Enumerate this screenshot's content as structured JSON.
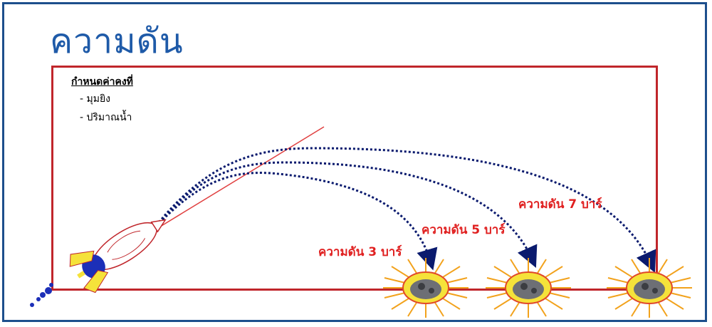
{
  "title": "ความดัน",
  "constants": {
    "heading": "กำหนดค่าคงที่",
    "items": [
      "- มุมยิง",
      "- ปริมาณน้ำ"
    ]
  },
  "trajectories": [
    {
      "label": "ความดัน 3 บาร์",
      "pressure_bar": 3
    },
    {
      "label": "ความดัน 5 บาร์",
      "pressure_bar": 5
    },
    {
      "label": "ความดัน 7 บาร์",
      "pressure_bar": 7
    }
  ],
  "colors": {
    "title": "#1e5aa8",
    "frame": "#1d4f8c",
    "box": "#c0262b",
    "labels": "#e02020",
    "trajectory": "#0a1a6e"
  }
}
